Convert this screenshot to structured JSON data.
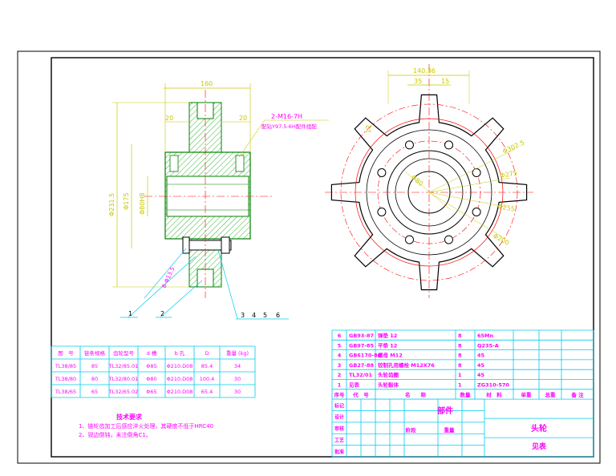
{
  "colors": {
    "background": "#ffffff",
    "outline": "#000000",
    "section": "#008000",
    "hatch": "#00a000",
    "dimension": "#c8c800",
    "text": "#ff00ff",
    "leader": "#00ccee",
    "center_line": "#ff0000",
    "table_line": "#00ccee"
  },
  "icons": {
    "sprocket_front_view": "toothed-wheel-drawing",
    "sprocket_section_view": "hub-section-drawing"
  },
  "side_view": {
    "dim_width": "160",
    "dim_left_flange": "20",
    "dim_right_flange": "20",
    "dim_outer_dia": "Φ231.5",
    "dim_root_dia": "Φ175",
    "dim_bore": "Φ80H8",
    "thread_note": "2-M16-7H",
    "thread_detail": "配钻Y97.5-6H配件组配",
    "hole_note": "8-Φ13.5"
  },
  "part_callouts": [
    "1",
    "2",
    "3",
    "4",
    "5",
    "6"
  ],
  "front_view": {
    "dim_chord": "140.36",
    "dim_slot_a": "35",
    "dim_slot_b": "15",
    "dim_left": "12",
    "dim_pcd_outer": "Φ302.5",
    "dim_pcd_inner": "Φ275",
    "dim_mid": "Φ255",
    "dim_small": "Φ200",
    "dim_center": "Φ80"
  },
  "spec_table": {
    "headers": [
      "图　号",
      "链条规格",
      "齿轮型号",
      "d 槽",
      "b 孔",
      "D",
      "重量 (kg)"
    ],
    "rows": [
      [
        "TL38/85",
        "85",
        "TL32/85.01",
        "Φ85",
        "Φ210.D08",
        "85.4",
        "34"
      ],
      [
        "TL38/80",
        "80",
        "TL32/80.01",
        "Φ80",
        "Φ210.D08",
        "100.4",
        "30"
      ],
      [
        "TL38/65",
        "65",
        "TL32/65.02",
        "Φ65",
        "Φ210.D08",
        "65.4",
        "30"
      ]
    ]
  },
  "tech_requirements": {
    "title": "技术要求",
    "items": [
      "1、链轮齿加工后感应淬火处理，其硬度不低于HRC40",
      "2、锐边倒钝，未注倒角C1。"
    ]
  },
  "bom": {
    "rows": [
      [
        "6",
        "GB93-87",
        "弹垫 12",
        "8",
        "65Mn"
      ],
      [
        "5",
        "GB97-85",
        "平垫 12",
        "8",
        "Q235-A"
      ],
      [
        "4",
        "GB6170-86",
        "螺母 M12",
        "8",
        "45"
      ],
      [
        "3",
        "GB27-88",
        "铰制孔用螺栓 M12X76",
        "8",
        "45"
      ],
      [
        "2",
        "TL32/01",
        "头轮齿圈",
        "1",
        "45"
      ],
      [
        "1",
        "见表",
        "头轮毂体",
        "1",
        "ZG310-570"
      ]
    ],
    "header": [
      "序号",
      "代　号",
      "名　　称",
      "数量",
      "材　料",
      "单重",
      "总重",
      "备 注"
    ]
  },
  "title_block": {
    "part_label": "部件",
    "drawing_name": "头轮",
    "drawing_number": "见表",
    "row_labels": [
      "标记",
      "设计",
      "审核",
      "工艺",
      "批准"
    ],
    "stage_label": "阶段",
    "weight_label": "重量"
  }
}
